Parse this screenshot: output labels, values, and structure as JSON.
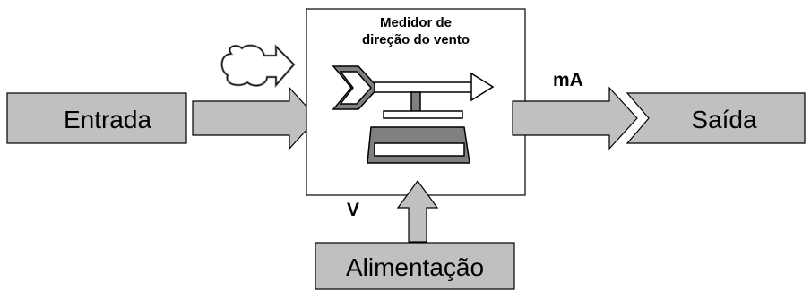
{
  "title_line1": "Medidor de",
  "title_line2": "direção do vento",
  "input_label": "Entrada",
  "output_label": "Saída",
  "power_label": "Alimentação",
  "output_unit": "mA",
  "power_unit": "V",
  "colors": {
    "block_fill": "#c0c0c0",
    "arrow_fill": "#c0c0c0",
    "stroke": "#000000",
    "vane_fill": "#ffffff",
    "base_fill": "#808080",
    "cloud_stroke": "#808080"
  },
  "icons": [
    "wind-cloud-icon",
    "wind-vane-icon"
  ]
}
